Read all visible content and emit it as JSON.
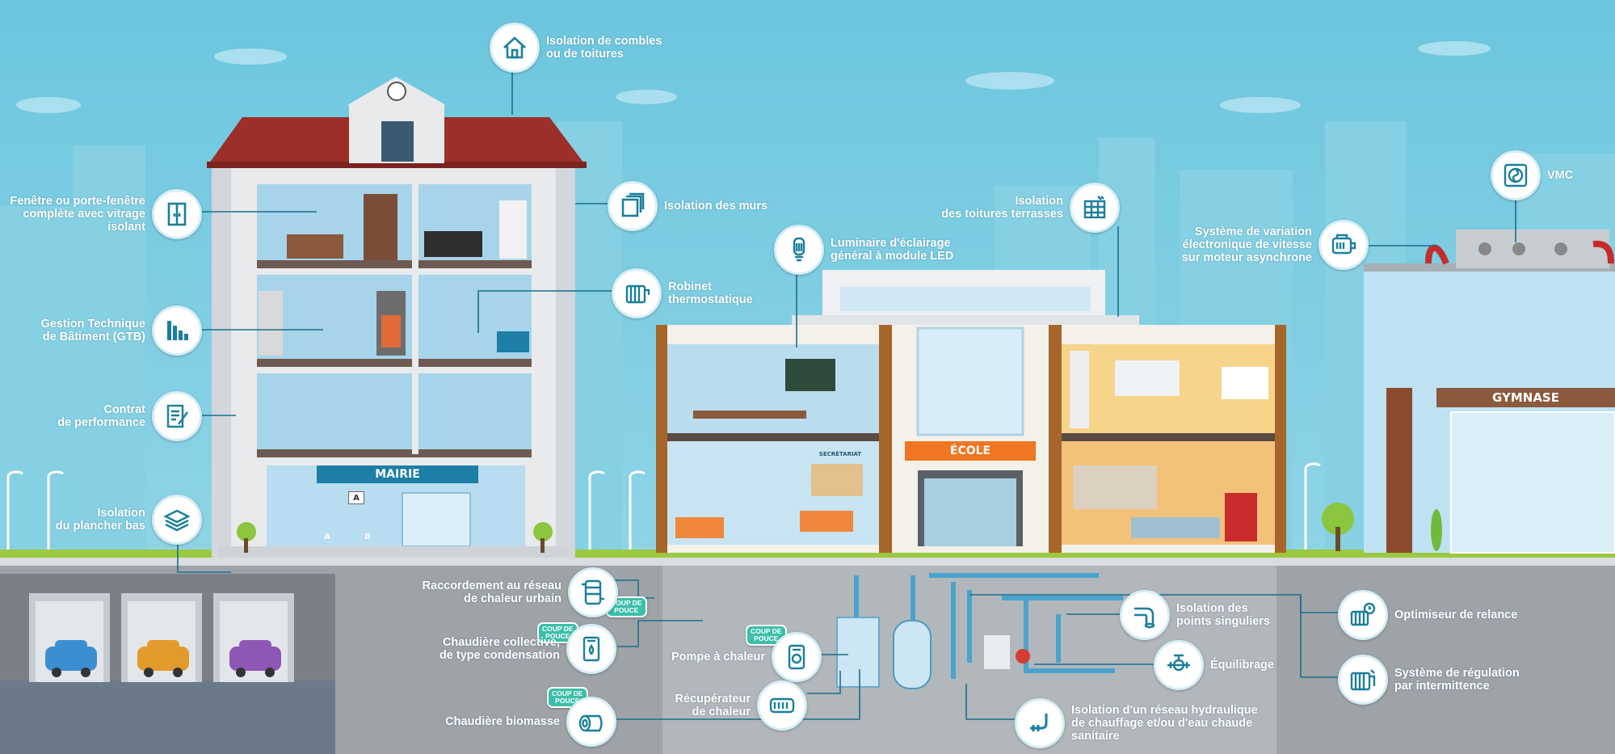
{
  "buildings": {
    "mairie_sign": "MAIRIE",
    "ecole_sign": "ÉCOLE",
    "gymnase_sign": "GYMNASE",
    "secretariat_sign": "SECRÉTARIAT",
    "desk_a": "A",
    "desk_b": "B",
    "desk_a_top": "A"
  },
  "badge_text": "COUP DE\nPOUCE",
  "callouts": [
    {
      "id": "combles",
      "icon": "house-roof-icon",
      "label": "Isolation de combles\nou de toitures"
    },
    {
      "id": "fenetre",
      "icon": "window-icon",
      "label": "Fenêtre ou porte-fenêtre\ncomplète avec vitrage\nisolant"
    },
    {
      "id": "murs",
      "icon": "wall-insulation-icon",
      "label": "Isolation des murs"
    },
    {
      "id": "gtb",
      "icon": "bar-chart-icon",
      "label": "Gestion Technique\nde Bâtiment (GTB)"
    },
    {
      "id": "robinet",
      "icon": "radiator-valve-icon",
      "label": "Robinet\nthermostatique"
    },
    {
      "id": "contrat",
      "icon": "contract-icon",
      "label": "Contrat\nde performance"
    },
    {
      "id": "plancher",
      "icon": "floor-layers-icon",
      "label": "Isolation\ndu plancher bas"
    },
    {
      "id": "luminaire",
      "icon": "led-bulb-icon",
      "label": "Luminaire d'éclairage\ngénéral à module LED"
    },
    {
      "id": "terrasses",
      "icon": "flat-roof-icon",
      "label": "Isolation\ndes toitures terrasses"
    },
    {
      "id": "variation",
      "icon": "motor-icon",
      "label": "Système de variation\nélectronique de vitesse\nsur moteur asynchrone"
    },
    {
      "id": "vmc",
      "icon": "fan-icon",
      "label": "VMC"
    },
    {
      "id": "raccordement",
      "icon": "heat-network-icon",
      "label": "Raccordement au réseau\nde chaleur urbain"
    },
    {
      "id": "chaudiere_coll",
      "icon": "boiler-icon",
      "label": "Chaudière collective,\nde type condensation"
    },
    {
      "id": "biomasse",
      "icon": "log-icon",
      "label": "Chaudière biomasse"
    },
    {
      "id": "pompe",
      "icon": "heat-pump-icon",
      "label": "Pompe à chaleur"
    },
    {
      "id": "recuperateur",
      "icon": "heat-exchanger-icon",
      "label": "Récupérateur\nde chaleur"
    },
    {
      "id": "points",
      "icon": "pipe-elbow-icon",
      "label": "Isolation des\npoints singuliers"
    },
    {
      "id": "equilibrage",
      "icon": "valve-hand-icon",
      "label": "Équilibrage"
    },
    {
      "id": "reseau",
      "icon": "insulated-pipe-icon",
      "label": "Isolation d'un réseau hydraulique\nde chauffage et/ou d'eau chaude\nsanitaire"
    },
    {
      "id": "optimiseur",
      "icon": "radiator-clock-icon",
      "label": "Optimiseur de relance"
    },
    {
      "id": "regulation",
      "icon": "radiator-regulation-icon",
      "label": "Système de régulation\npar intermittence"
    }
  ]
}
